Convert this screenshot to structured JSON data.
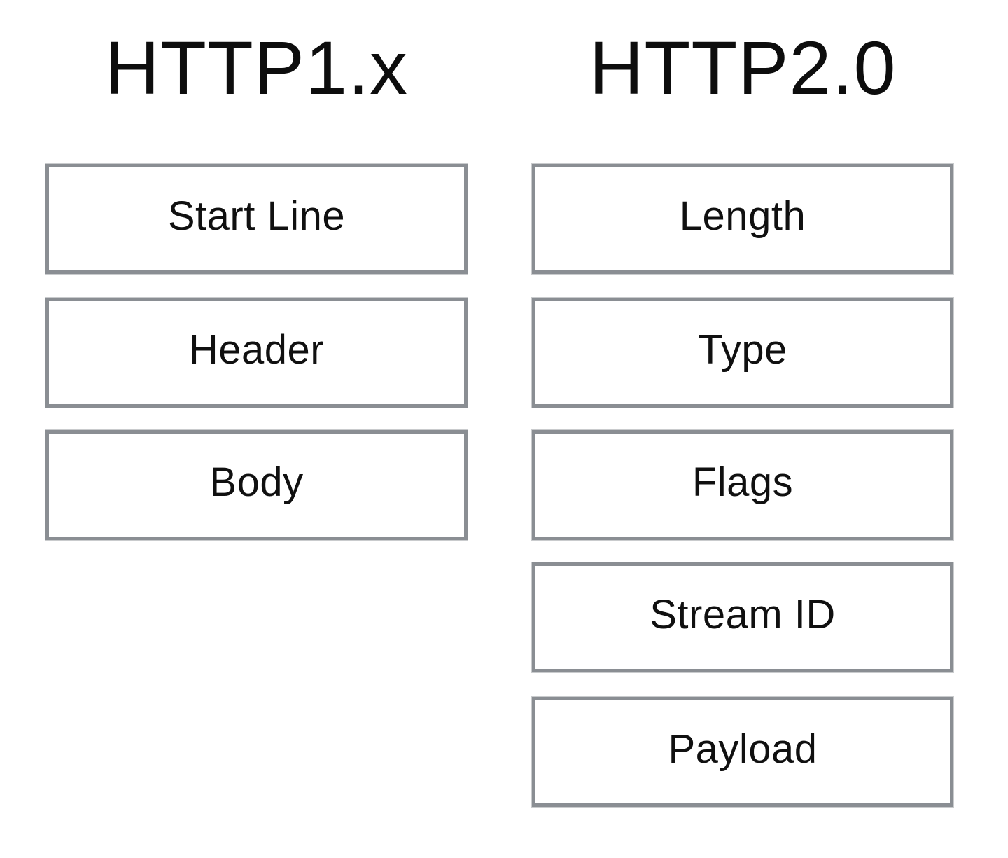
{
  "figure": {
    "background_color": "#ffffff",
    "box_border_color": "#8a8e93",
    "text_color": "#101010",
    "columns": [
      {
        "id": "http1x",
        "title": "HTTP1.x",
        "boxes": [
          "Start Line",
          "Header",
          "Body"
        ]
      },
      {
        "id": "http20",
        "title": "HTTP2.0",
        "boxes": [
          "Length",
          "Type",
          "Flags",
          "Stream ID",
          "Payload"
        ]
      }
    ]
  }
}
